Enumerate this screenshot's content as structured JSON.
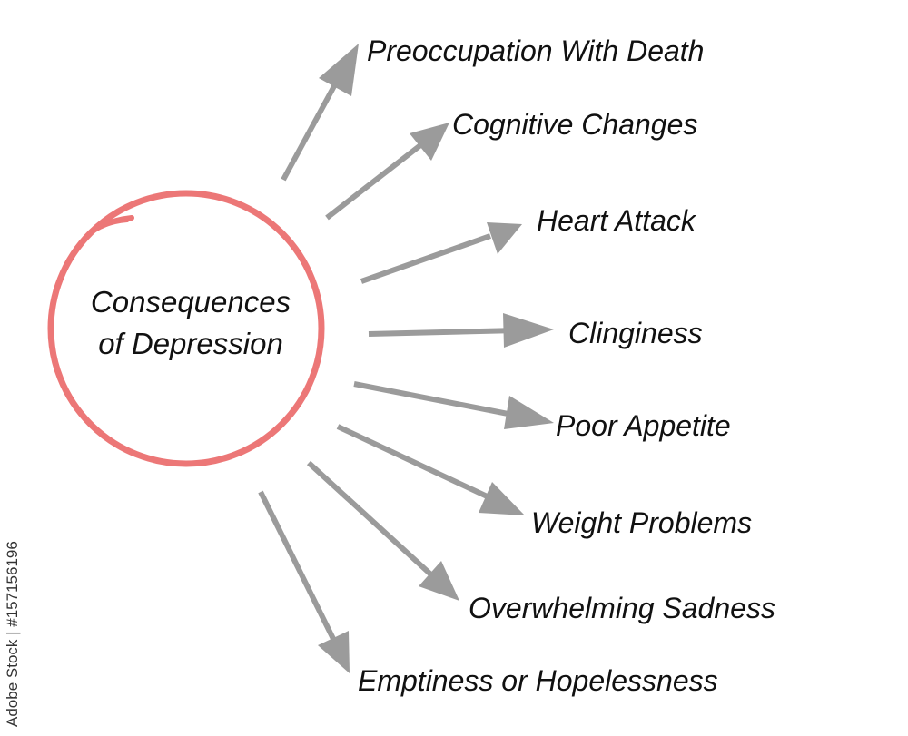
{
  "center": {
    "title_line1": "Consequences",
    "title_line2": "of Depression",
    "ring_color": "#ec7777"
  },
  "arrow_color": "#9b9b9b",
  "consequences": [
    "Preoccupation With Death",
    "Cognitive Changes",
    "Heart Attack",
    "Clinginess",
    "Poor Appetite",
    "Weight Problems",
    "Overwhelming Sadness",
    "Emptiness or Hopelessness"
  ],
  "watermark": "Adobe Stock | #157156196"
}
